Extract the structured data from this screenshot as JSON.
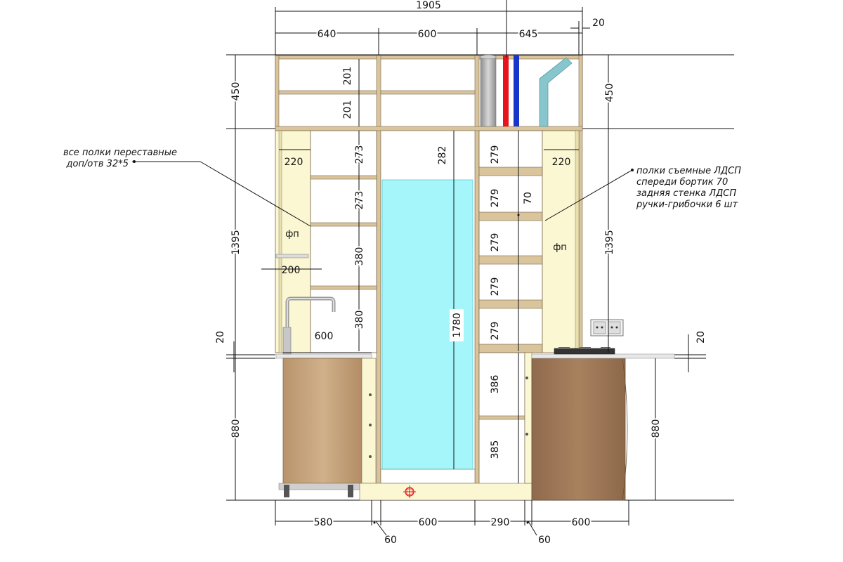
{
  "top_dims": {
    "total": "1905",
    "seg1": "640",
    "seg2": "600",
    "seg3": "645",
    "gap": "20"
  },
  "left_vert_dims": {
    "top": "450",
    "mid": "1395",
    "counter": "20",
    "bottom": "880"
  },
  "right_vert_dims": {
    "top": "450",
    "mid": "1395",
    "counter": "20",
    "bottom": "880"
  },
  "mezzanine_left": {
    "shelf1": "201",
    "shelf2": "201"
  },
  "left_column": {
    "panel_depth": "220",
    "panel_label": "фп",
    "shelf_depth": "200",
    "counter_depth": "600",
    "shelf_heights": [
      "273",
      "273",
      "380",
      "380"
    ]
  },
  "center_column": {
    "gap_top": "282",
    "fridge_height": "1780"
  },
  "right_column": {
    "panel_depth": "220",
    "panel_label": "фп",
    "shelf_heights": [
      "279",
      "279",
      "279",
      "279",
      "279"
    ],
    "bortik": "70",
    "lower_shelves": [
      "386",
      "385"
    ]
  },
  "notes": {
    "left": [
      "все полки переставные",
      "доп/отв 32*5"
    ],
    "right": [
      "полки съемные ЛДСП",
      "спереди бортик 70",
      "задняя стенка ЛДСП",
      "ручки-грибочки 6 шт"
    ]
  },
  "bottom_dims": {
    "d1": "580",
    "d2": "600",
    "d3": "290",
    "d4": "600",
    "gap_left": "60",
    "gap_right": "60"
  },
  "colors": {
    "frame": "#c9b28a",
    "panel": "#faf7d2",
    "fridge": "#a4f6fa",
    "wood": "#c8a57e",
    "wood_dark": "#9a7656",
    "pipe_red": "#e8141c",
    "pipe_blue": "#1a35c9",
    "pipe_grey": "#b8b8b8",
    "duct": "#88c6ce"
  }
}
